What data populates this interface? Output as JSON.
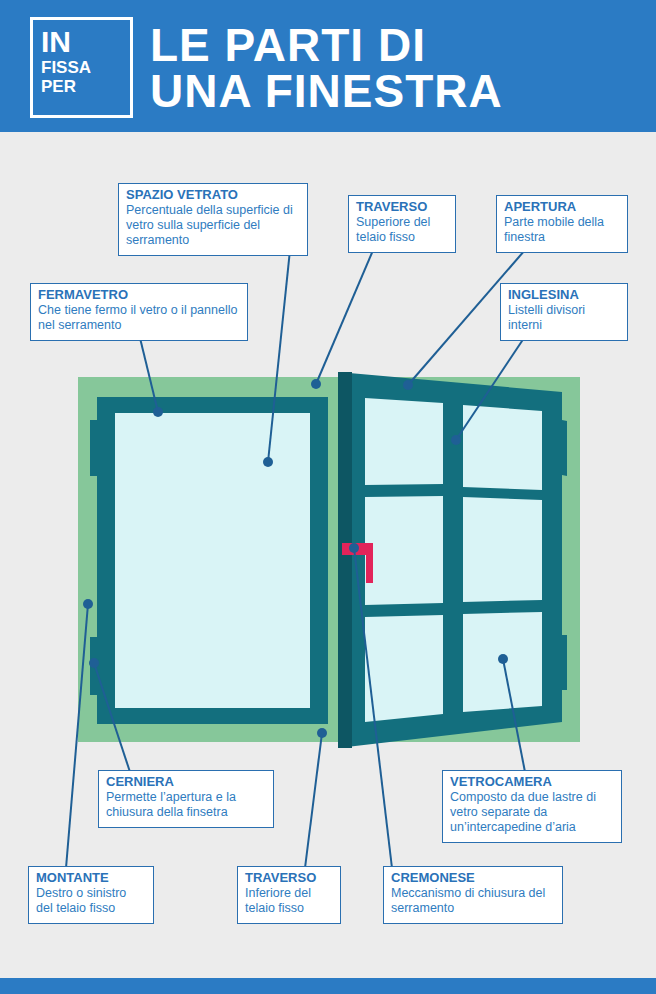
{
  "diagram": {
    "title": "LE PARTI DI UNA FINESTRA",
    "nodes": [
      {
        "text": [
          "IN",
          "FISSA",
          "PER"
        ]
      },
      {
        "text": [
          "SPAZIO VETRATO",
          "Percentuale della superficie di vetro sulla superficie del serramento"
        ]
      },
      {
        "text": [
          "TRAVERSO",
          "Superiore del telaio fisso"
        ]
      },
      {
        "text": [
          "APERTURA",
          "Parte mobile della finestra"
        ]
      },
      {
        "text": [
          "FERMAVETRO",
          "Che tiene fermo il vetro o il pannello nel serramento"
        ]
      },
      {
        "text": [
          "INGLESINA",
          "Listelli divisori interni"
        ]
      },
      {
        "text": [
          "CERNIERA",
          "Permette l’apertura e la chiusura della finsetra"
        ]
      },
      {
        "text": [
          "VETROCAMERA",
          "Composto da due lastre di vetro separate da un’intercapedine d’aria"
        ]
      },
      {
        "text": [
          "MONTANTE",
          "Destro o sinistro del telaio fisso"
        ]
      },
      {
        "text": [
          "TRAVERSO",
          "Inferiore del telaio fisso"
        ]
      },
      {
        "text": [
          "CREMONESE",
          "Meccanismo di chiusura del serramento"
        ]
      }
    ]
  }
}
